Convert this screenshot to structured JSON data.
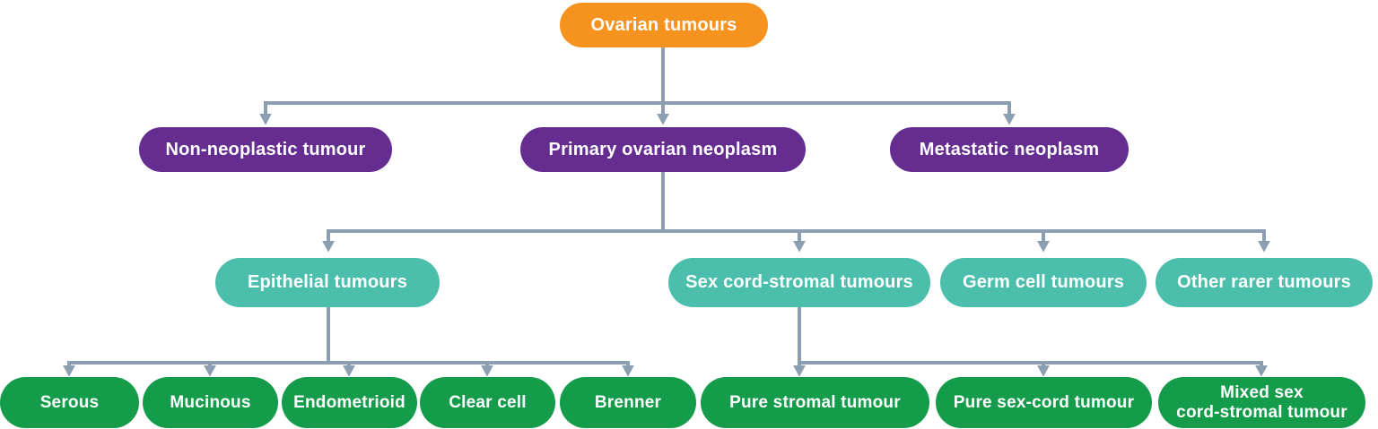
{
  "nodes": {
    "root": {
      "label": "Ovarian tumours"
    },
    "level1": [
      {
        "label": "Non-neoplastic tumour"
      },
      {
        "label": "Primary ovarian neoplasm"
      },
      {
        "label": "Metastatic neoplasm"
      }
    ],
    "level2": [
      {
        "label": "Epithelial tumours"
      },
      {
        "label": "Sex cord-stromal tumours"
      },
      {
        "label": "Germ cell tumours"
      },
      {
        "label": "Other rarer tumours"
      }
    ],
    "level3_epithelial": [
      {
        "label": "Serous"
      },
      {
        "label": "Mucinous"
      },
      {
        "label": "Endometrioid"
      },
      {
        "label": "Clear cell"
      },
      {
        "label": "Brenner"
      }
    ],
    "level3_sex_cord": [
      {
        "label": "Pure stromal tumour"
      },
      {
        "label": "Pure sex-cord tumour"
      },
      {
        "label": "Mixed sex\ncord-stromal tumour"
      }
    ]
  },
  "colors": {
    "root": "#F6921E",
    "level1": "#662D91",
    "level2": "#4CBFAC",
    "level3": "#149C4B",
    "connector": "#8C9FB2",
    "text": "#FFFFFF"
  }
}
